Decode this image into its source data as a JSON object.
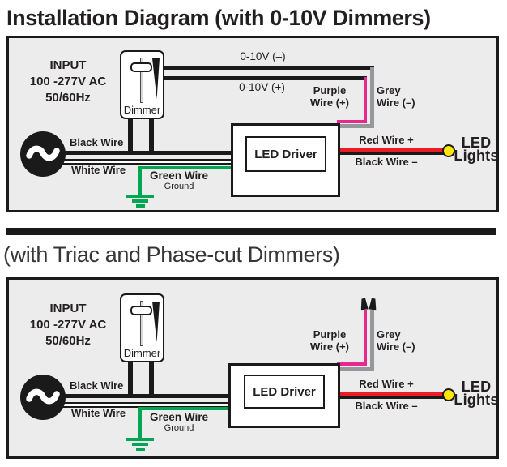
{
  "title": {
    "main": "Installation Diagram",
    "suffix": " (with 0-10V Dimmers)"
  },
  "subtitle2": "(with Triac and Phase-cut Dimmers)",
  "colors": {
    "purple_wire": "#e7298f",
    "grey_wire": "#97989b",
    "green_wire": "#00a651",
    "red_wire": "#ec1b24",
    "led_yellow": "#ffe60a",
    "wire_black": "#1a1a1a",
    "panel_bg": "#ececec"
  },
  "diagram1": {
    "input": {
      "l1": "INPUT",
      "l2": "100 -277V AC",
      "l3": "50/60Hz"
    },
    "dimmer": "Dimmer",
    "sig_neg": "0-10V (–)",
    "sig_pos": "0-10V (+)",
    "purple": {
      "l1": "Purple",
      "l2": "Wire (+)"
    },
    "grey": {
      "l1": "Grey",
      "l2": "Wire (–)"
    },
    "black_in": "Black Wire",
    "white_in": "White Wire",
    "green": {
      "l1": "Green Wire",
      "l2": "Ground"
    },
    "driver": "LED Driver",
    "red_out": "Red  Wire +",
    "black_out": "Black Wire –",
    "led": {
      "l1": "LED",
      "l2": "Lights"
    }
  },
  "diagram2": {
    "input": {
      "l1": "INPUT",
      "l2": "100 -277V AC",
      "l3": "50/60Hz"
    },
    "dimmer": "Dimmer",
    "purple": {
      "l1": "Purple",
      "l2": "Wire (+)"
    },
    "grey": {
      "l1": "Grey",
      "l2": "Wire (–)"
    },
    "black_in": "Black Wire",
    "white_in": "White Wire",
    "green": {
      "l1": "Green Wire",
      "l2": "Ground"
    },
    "driver": "LED Driver",
    "red_out": "Red  Wire +",
    "black_out": "Black Wire –",
    "led": {
      "l1": "LED",
      "l2": "Lights"
    }
  }
}
